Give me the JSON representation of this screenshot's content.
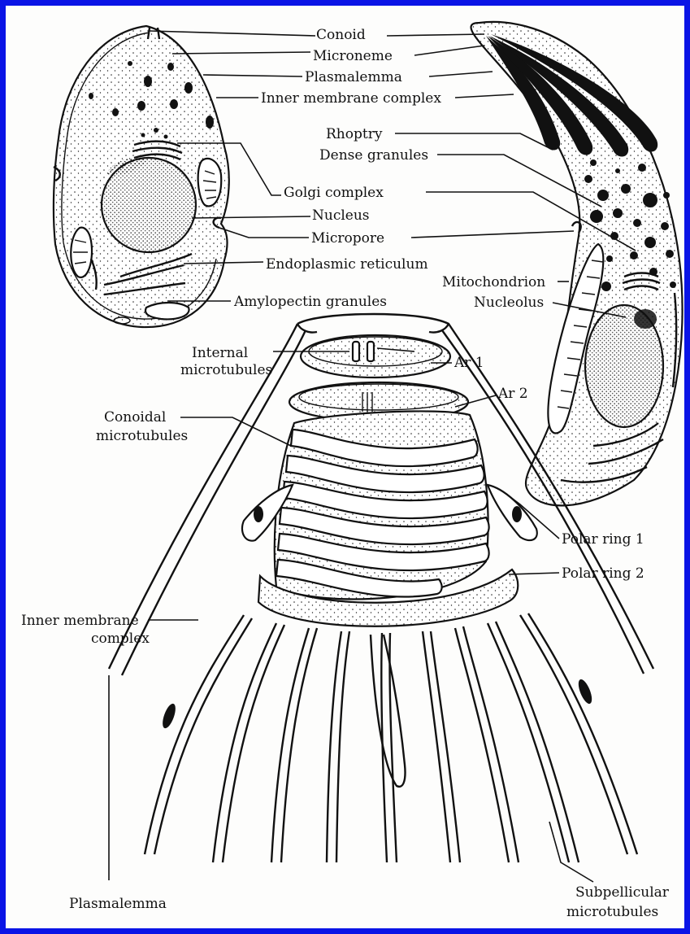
{
  "labels": {
    "conoid": "Conoid",
    "microneme": "Microneme",
    "plasmalemma_top": "Plasmalemma",
    "inner_membrane_top": "Inner membrane complex",
    "rhoptry": "Rhoptry",
    "dense_granules": "Dense granules",
    "golgi": "Golgi complex",
    "nucleus": "Nucleus",
    "micropore": "Micropore",
    "er": "Endoplasmic reticulum",
    "mitochondrion": "Mitochondrion",
    "amylopectin": "Amylopectin granules",
    "nucleolus": "Nucleolus",
    "internal_mt_1": "Internal",
    "internal_mt_2": "microtubules",
    "ar1": "Ar 1",
    "ar2": "Ar 2",
    "conoidal_mt_1": "Conoidal",
    "conoidal_mt_2": "microtubules",
    "polar_ring_1": "Polar ring 1",
    "polar_ring_2": "Polar ring 2",
    "inner_membrane_bottom_1": "Inner membrane",
    "inner_membrane_bottom_2": "complex",
    "plasmalemma_bottom": "Plasmalemma",
    "subpellicular_1": "Subpellicular",
    "subpellicular_2": "microtubules"
  },
  "colors": {
    "border": "#0a14e6",
    "ink": "#111111"
  }
}
